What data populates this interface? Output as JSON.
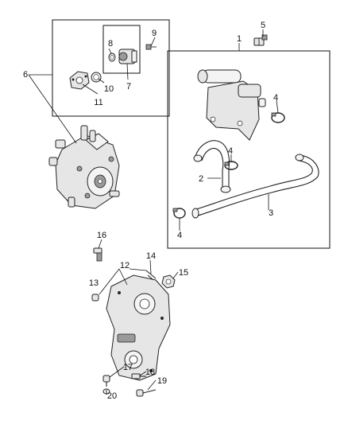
{
  "diagram": {
    "callouts": [
      {
        "id": "c1",
        "label": "1"
      },
      {
        "id": "c2",
        "label": "2"
      },
      {
        "id": "c3",
        "label": "3"
      },
      {
        "id": "c4a",
        "label": "4"
      },
      {
        "id": "c4b",
        "label": "4"
      },
      {
        "id": "c4c",
        "label": "4"
      },
      {
        "id": "c5",
        "label": "5"
      },
      {
        "id": "c6",
        "label": "6"
      },
      {
        "id": "c7",
        "label": "7"
      },
      {
        "id": "c8",
        "label": "8"
      },
      {
        "id": "c9",
        "label": "9"
      },
      {
        "id": "c10",
        "label": "10"
      },
      {
        "id": "c11",
        "label": "11"
      },
      {
        "id": "c12",
        "label": "12"
      },
      {
        "id": "c13",
        "label": "13"
      },
      {
        "id": "c14",
        "label": "14"
      },
      {
        "id": "c15",
        "label": "15"
      },
      {
        "id": "c16",
        "label": "16"
      },
      {
        "id": "c17",
        "label": "17"
      },
      {
        "id": "c18",
        "label": "18"
      },
      {
        "id": "c19",
        "label": "19"
      },
      {
        "id": "c20",
        "label": "20"
      }
    ]
  }
}
